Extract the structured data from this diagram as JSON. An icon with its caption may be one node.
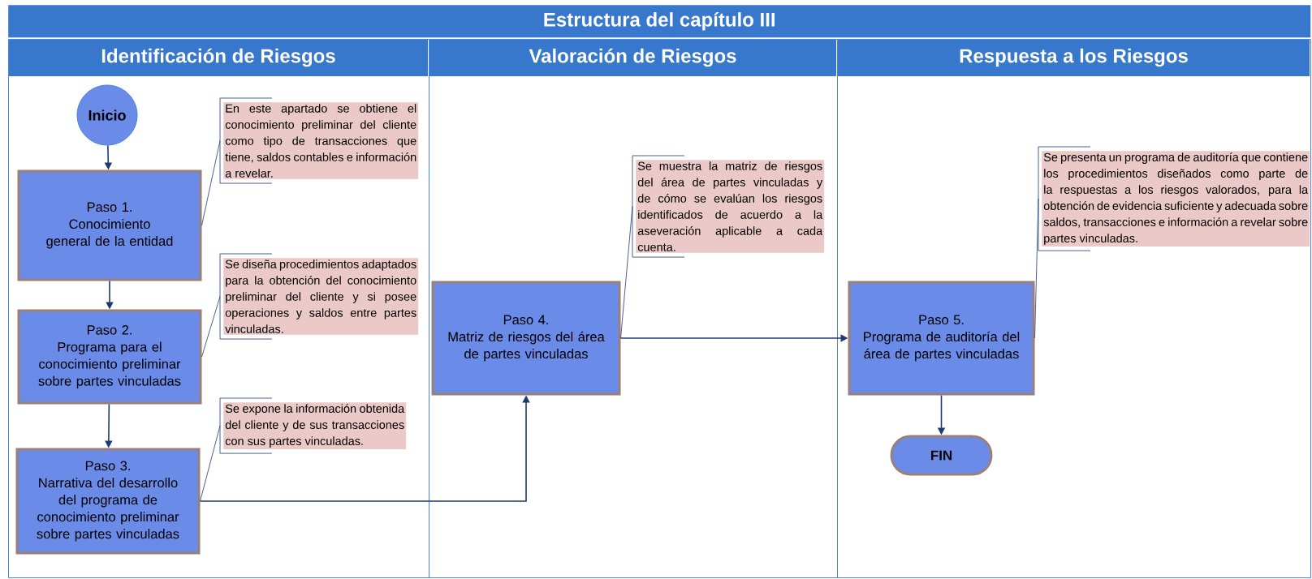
{
  "diagram": {
    "title": "Estructura del capítulo III",
    "nodes": [
      {
        "text": [
          "Identificación de Riesgos"
        ]
      },
      {
        "text": [
          "Valoración de Riesgos"
        ]
      },
      {
        "text": [
          "Respuesta a los Riesgos"
        ]
      },
      {
        "text": [
          "Inicio"
        ],
        "in": 0
      },
      {
        "text": [
          "Paso 1.",
          "Conocimiento general de la entidad"
        ],
        "in": 0
      },
      {
        "text": [
          "En este apartado se obtiene el conocimiento preliminar del cliente como tipo de transacciones que tiene, saldos contables e información a revelar."
        ],
        "in": 0
      },
      {
        "text": [
          "Paso 2.",
          "Programa para el conocimiento preliminar sobre partes vinculadas"
        ],
        "in": 0
      },
      {
        "text": [
          "Se diseña procedimientos adaptados para la obtención del conocimiento preliminar del cliente y si posee operaciones y saldos entre partes vinculadas."
        ],
        "in": 0
      },
      {
        "text": [
          "Paso 3.",
          "Narrativa del desarrollo del programa de conocimiento preliminar sobre partes vinculadas"
        ],
        "in": 0
      },
      {
        "text": [
          "Se expone la información obtenida del cliente y de sus transacciones con sus partes vinculadas."
        ],
        "in": 0
      },
      {
        "text": [
          "Paso 4.",
          "Matriz de riesgos del área de partes vinculadas"
        ],
        "in": 1
      },
      {
        "text": [
          "Se muestra la matriz de riesgos del área de partes vinculadas y de cómo se evalúan los riesgos identificados de acuerdo a la aseveración aplicable a cada cuenta."
        ],
        "in": 1
      },
      {
        "text": [
          "Paso 5.",
          "Programa de auditoría del área de partes vinculadas"
        ],
        "in": 2
      },
      {
        "text": [
          "Se presenta un programa de auditoría que contiene los procedimientos diseñados como parte de la respuestas a los riesgos valorados, para la obtención de evidencia suficiente y adecuada sobre saldos, transacciones e información a revelar sobre partes vinculadas."
        ],
        "in": 2
      },
      {
        "text": [
          "FIN"
        ],
        "in": 2
      }
    ],
    "edges": [
      {
        "from": 3,
        "to": 4,
        "arrow": "to"
      },
      {
        "from": 4,
        "to": 6,
        "arrow": "to"
      },
      {
        "from": 6,
        "to": 8,
        "arrow": "to"
      },
      {
        "from": 8,
        "to": 10,
        "arrow": "to"
      },
      {
        "from": 10,
        "to": 12,
        "arrow": "to"
      },
      {
        "from": 12,
        "to": 14,
        "arrow": "to"
      },
      {
        "from": 5,
        "to": 4,
        "arrow": "none"
      },
      {
        "from": 7,
        "to": 6,
        "arrow": "none"
      },
      {
        "from": 9,
        "to": 8,
        "arrow": "none"
      },
      {
        "from": 11,
        "to": 10,
        "arrow": "none"
      },
      {
        "from": 13,
        "to": 12,
        "arrow": "none"
      }
    ]
  }
}
